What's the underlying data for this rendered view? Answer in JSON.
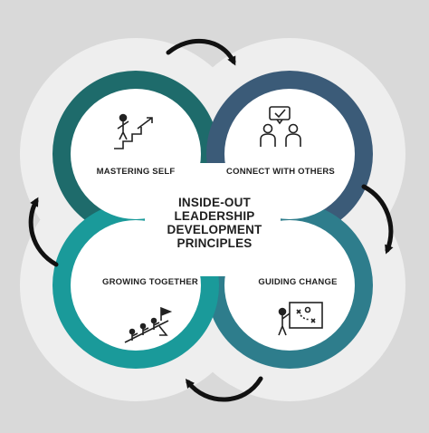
{
  "center": {
    "title_lines": [
      "INSIDE-OUT",
      "LEADERSHIP",
      "DEVELOPMENT",
      "PRINCIPLES"
    ]
  },
  "quadrants": [
    {
      "label": "MASTERING SELF",
      "icon": "person-climbing-stairs-icon",
      "color": "#1e6b6b"
    },
    {
      "label": "CONNECT WITH OTHERS",
      "icon": "two-people-chat-icon",
      "color": "#3b5b78"
    },
    {
      "label": "GROWING TOGETHER",
      "icon": "team-climbing-flag-icon",
      "color": "#1a9a9a"
    },
    {
      "label": "GUIDING CHANGE",
      "icon": "person-strategy-board-icon",
      "color": "#2e7d8c"
    }
  ],
  "colors": {
    "background": "#d9d9d9",
    "outer_halo": "#eeeeee",
    "inner_fill": "#ffffff",
    "arrows": "#111111",
    "text": "#1f1f1f"
  },
  "arrows": [
    "cycle-arrow-top",
    "cycle-arrow-right",
    "cycle-arrow-bottom",
    "cycle-arrow-left"
  ]
}
